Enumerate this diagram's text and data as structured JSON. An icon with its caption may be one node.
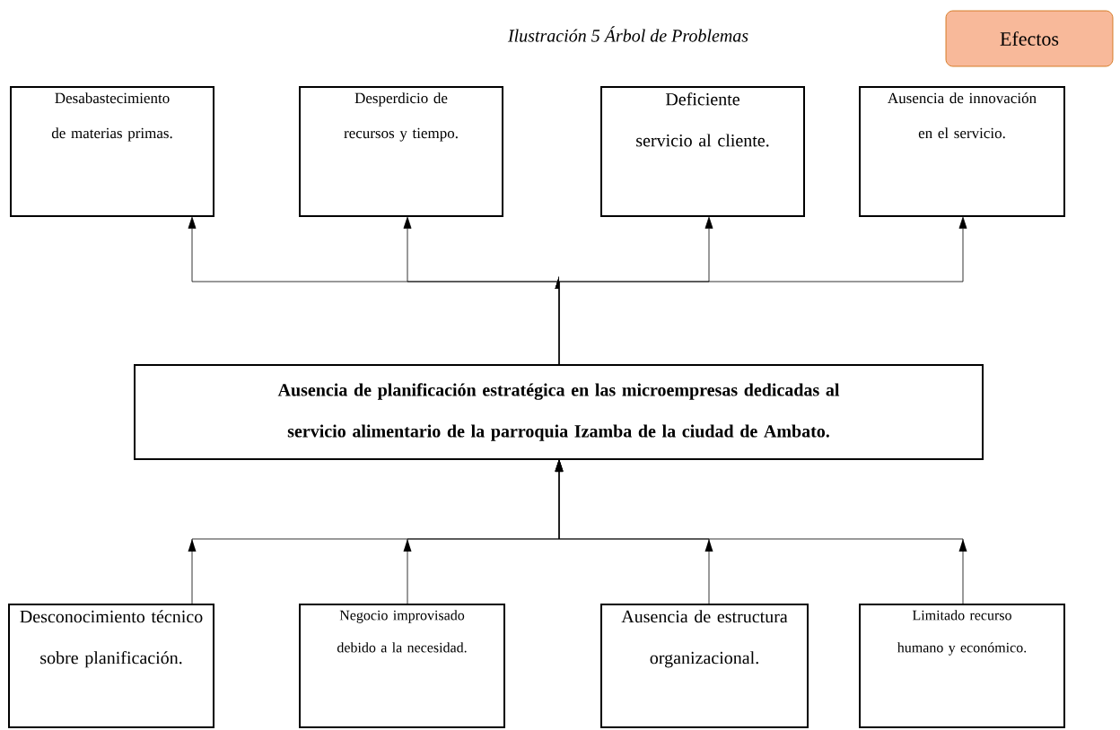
{
  "diagram": {
    "title": "Ilustración 5 Árbol de Problemas",
    "nodes": [
      {
        "text": [
          "Desabastecimiento de materias primas."
        ]
      },
      {
        "text": [
          "Desperdicio de recursos y tiempo."
        ]
      },
      {
        "text": [
          "Deficiente servicio al cliente."
        ]
      },
      {
        "text": [
          "Ausencia de innovación en el servicio."
        ]
      },
      {
        "text": [
          "Ausencia de planificación estratégica en las microempresas dedicadas al servicio alimentario de la parroquia Izamba de la ciudad de Ambato."
        ]
      },
      {
        "text": [
          "Desconocimiento técnico sobre planificación."
        ]
      },
      {
        "text": [
          "Negocio improvisado debido a la necesidad."
        ]
      },
      {
        "text": [
          "Ausencia de estructura organizacional."
        ]
      },
      {
        "text": [
          "Limitado recurso humano y económico."
        ]
      },
      {
        "text": [
          "Efectos"
        ]
      }
    ],
    "edges": [
      {
        "from": 4,
        "to": 0,
        "arrow": "to"
      },
      {
        "from": 4,
        "to": 1,
        "arrow": "to"
      },
      {
        "from": 4,
        "to": 2,
        "arrow": "to"
      },
      {
        "from": 4,
        "to": 3,
        "arrow": "to"
      },
      {
        "from": 5,
        "to": 4,
        "arrow": "to"
      },
      {
        "from": 6,
        "to": 4,
        "arrow": "to"
      },
      {
        "from": 7,
        "to": 4,
        "arrow": "to"
      },
      {
        "from": 8,
        "to": 4,
        "arrow": "to"
      }
    ]
  }
}
